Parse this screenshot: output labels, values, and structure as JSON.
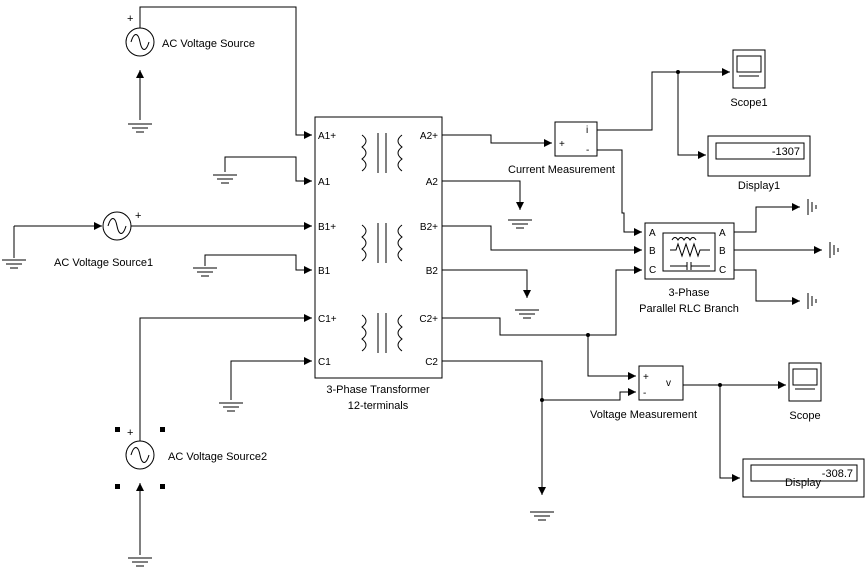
{
  "blocks": {
    "ac_source": "AC Voltage Source",
    "ac_source1": "AC Voltage Source1",
    "ac_source2": "AC Voltage Source2",
    "transformer_line1": "3-Phase Transformer",
    "transformer_line2": "12-terminals",
    "current_measurement": "Current Measurement",
    "voltage_measurement": "Voltage Measurement",
    "scope1": "Scope1",
    "scope": "Scope",
    "display1": "Display1",
    "display": "Display",
    "rlc_line1": "3-Phase",
    "rlc_line2": "Parallel RLC Branch"
  },
  "transformer_ports": {
    "a1p": "A1+",
    "a1": "A1",
    "b1p": "B1+",
    "b1": "B1",
    "c1p": "C1+",
    "c1": "C1",
    "a2p": "A2+",
    "a2": "A2",
    "b2p": "B2+",
    "b2": "B2",
    "c2p": "C2+",
    "c2": "C2"
  },
  "measurement_ports": {
    "plus": "+",
    "minus": "-",
    "i": "i",
    "v": "v"
  },
  "rlc_ports": {
    "a": "A",
    "b": "B",
    "c": "C"
  },
  "source_sign": "+",
  "displays": {
    "display1_value": "-1307",
    "display_value": "-308.7"
  }
}
